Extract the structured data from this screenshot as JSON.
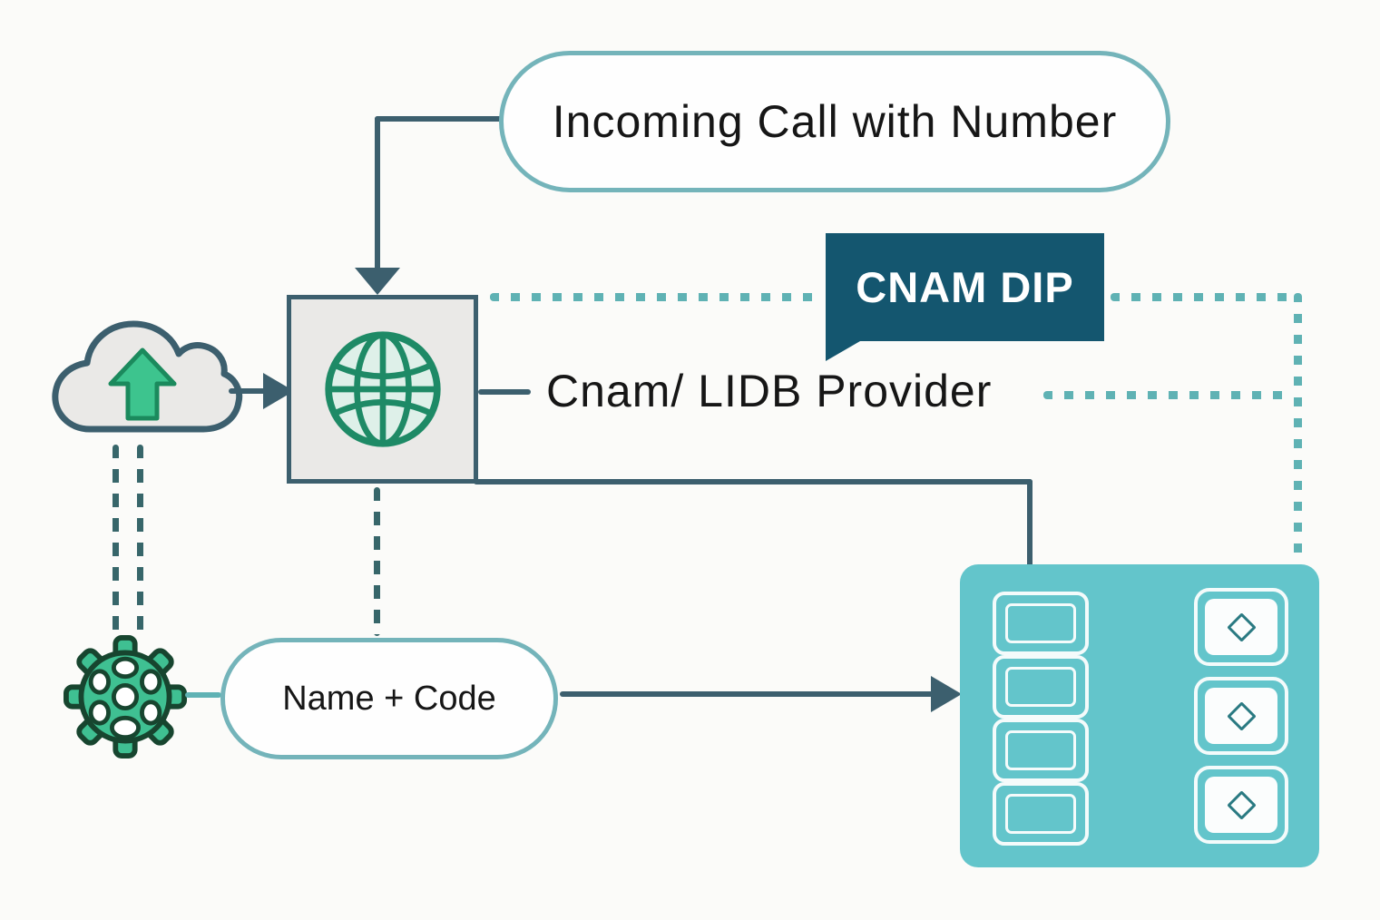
{
  "title": "CNAM DIP call flow diagram",
  "nodes": {
    "incoming_call": {
      "label": "Incoming Call with Number"
    },
    "cnam_dip": {
      "label": "CNAM DIP"
    },
    "provider": {
      "label": "Cnam/ LIDB Provider"
    },
    "name_code": {
      "label": "Name + Code"
    }
  },
  "icons": [
    "cloud-upload-icon",
    "upload-arrow-icon",
    "globe-icon",
    "gear-icon",
    "diamond-icon"
  ],
  "panel": {
    "left_slots": 4,
    "right_buttons": 3
  },
  "colors": {
    "bg": "#fbfbf9",
    "text-dark": "#161616",
    "line-dark": "#3c5f6e",
    "teal-dot": "#5fb2b4",
    "dash-dark": "#37666a",
    "pill-border": "#74b4ba",
    "banner-bg": "#14566f",
    "banner-text": "#ffffff",
    "panel-bg": "#63c5cb",
    "panel-outline": "#f4fbfb",
    "diamond-teal": "#2a7a82",
    "box-fill": "#eae9e7",
    "globe-green": "#1e8a66",
    "globe-fill": "#def0e9",
    "gear-green": "#3fc092",
    "gear-outline": "#17452f",
    "arrow-green": "#3dc48e",
    "arrow-green-outline": "#1b8a5d"
  }
}
